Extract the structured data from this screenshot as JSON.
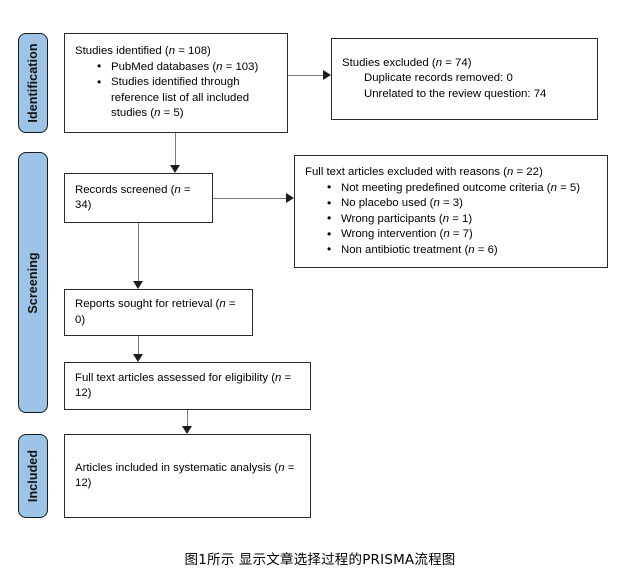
{
  "figure": {
    "caption": "图1所示  显示文章选择过程的PRISMA流程图",
    "accent_color": "#9DC3E6",
    "box_border_color": "#2b2b2b",
    "connector_color": "#7a7a7a"
  },
  "stages": [
    {
      "id": "identification",
      "label": "Identification"
    },
    {
      "id": "screening",
      "label": "Screening"
    },
    {
      "id": "included",
      "label": "Included"
    }
  ],
  "boxes": {
    "identified": {
      "heading": "Studies identified (n = 108)",
      "heading_plain": "Studies identified (",
      "heading_n": "n",
      "heading_tail": " = 108)",
      "bullets": [
        "PubMed databases (n = 103)",
        "Studies identified through reference list of all included studies (n = 5)"
      ],
      "bullet_parts": [
        {
          "pre": "PubMed databases (",
          "n": "n",
          "post": " = 103)"
        },
        {
          "pre": "Studies identified through reference list of all included studies (",
          "n": "n",
          "post": " = 5)"
        }
      ]
    },
    "excluded": {
      "heading": "Studies excluded (n = 74)",
      "heading_pre": "Studies excluded (",
      "heading_n": "n",
      "heading_post": " = 74)",
      "lines": [
        "Duplicate records removed: 0",
        "Unrelated to the review question: 74"
      ]
    },
    "screened": {
      "text": "Records screened (n = 34)",
      "pre": "Records screened (",
      "n": "n",
      "post": " = 34)"
    },
    "fulltext_excluded": {
      "heading": "Full text articles excluded with reasons (n = 22)",
      "heading_pre": "Full text articles excluded with reasons (",
      "heading_n": "n",
      "heading_post": " = 22)",
      "bullets": [
        "Not meeting predefined outcome criteria (n = 5)",
        "No placebo used (n = 3)",
        "Wrong participants (n = 1)",
        "Wrong intervention (n = 7)",
        "Non antibiotic treatment (n = 6)"
      ],
      "bullet_parts": [
        {
          "pre": "Not meeting predefined outcome criteria (",
          "n": "n",
          "post": " = 5)"
        },
        {
          "pre": "No placebo used (",
          "n": "n",
          "post": " = 3)"
        },
        {
          "pre": "Wrong participants (",
          "n": "n",
          "post": " = 1)"
        },
        {
          "pre": "Wrong intervention (",
          "n": "n",
          "post": " = 7)"
        },
        {
          "pre": "Non antibiotic treatment (",
          "n": "n",
          "post": " = 6)"
        }
      ]
    },
    "reports_sought": {
      "text": "Reports sought for retrieval (n = 0)",
      "pre": "Reports sought for retrieval (",
      "n": "n",
      "post": " = 0)"
    },
    "assessed": {
      "text": "Full text articles assessed for eligibility (n = 12)",
      "pre": "Full text articles assessed for eligibility (",
      "n": "n",
      "post": " = 12)"
    },
    "included": {
      "text": "Articles included in systematic analysis (n = 12)",
      "pre": "Articles included in systematic analysis (",
      "n": "n",
      "post": " = 12)"
    }
  },
  "counts": {
    "identified_total": 108,
    "pubmed": 103,
    "reference_lists": 5,
    "excluded_total": 74,
    "duplicates_removed": 0,
    "unrelated_to_question": 74,
    "records_screened": 34,
    "fulltext_excluded_total": 22,
    "not_meeting_outcome": 5,
    "no_placebo": 3,
    "wrong_participants": 1,
    "wrong_intervention": 7,
    "non_antibiotic": 6,
    "reports_sought": 0,
    "fulltext_assessed": 12,
    "included_final": 12
  }
}
